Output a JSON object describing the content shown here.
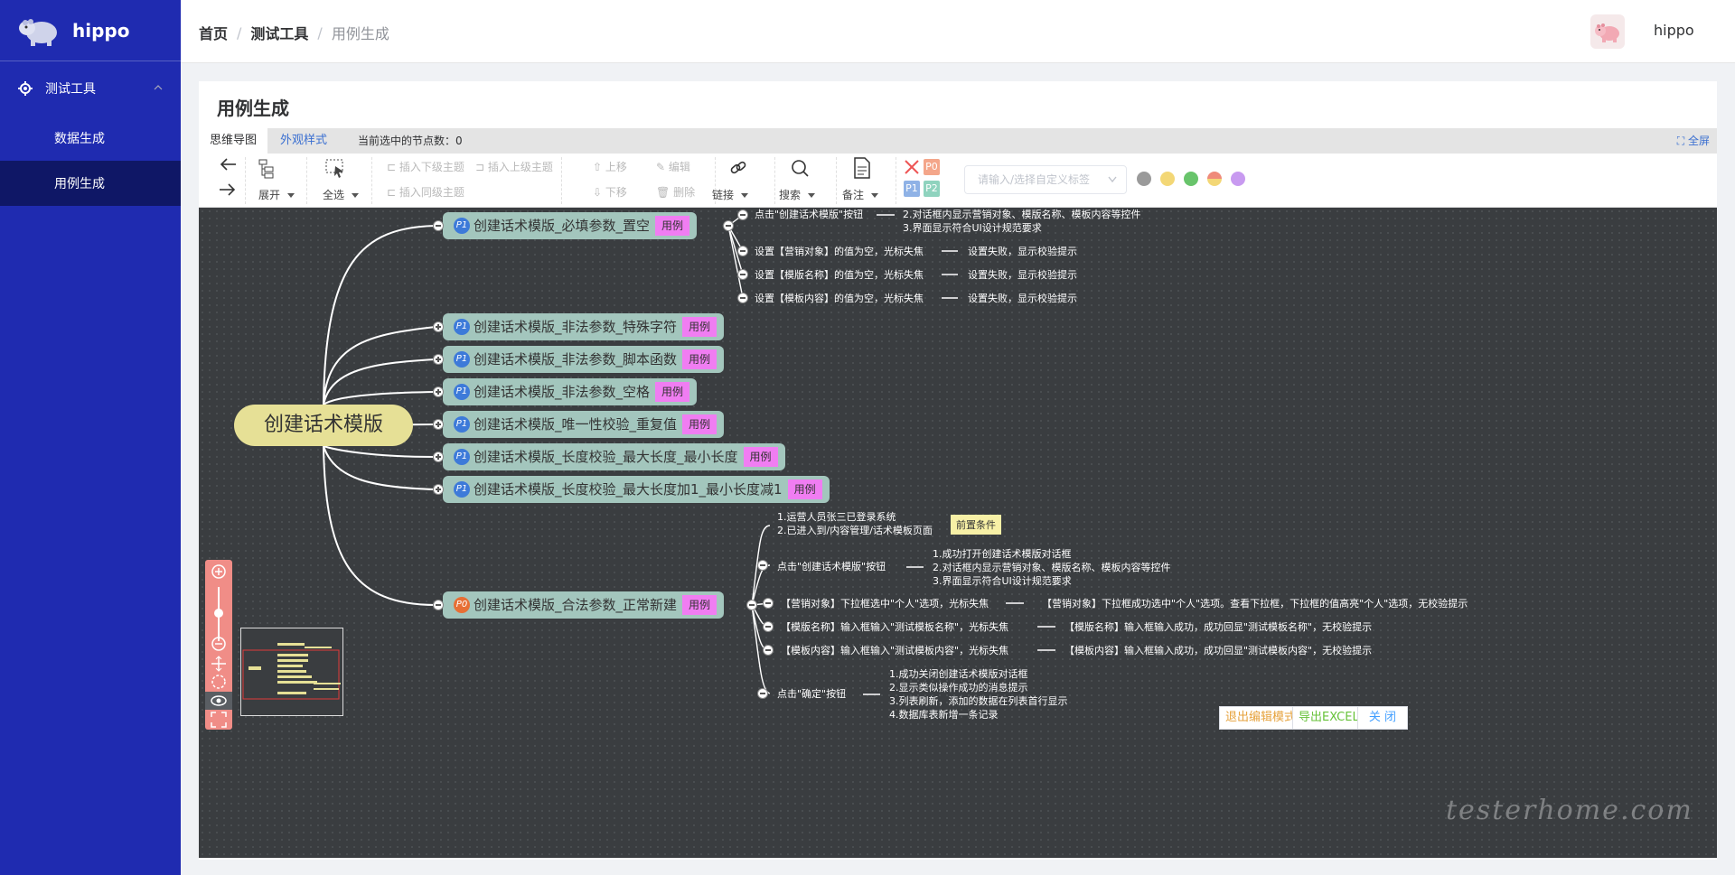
{
  "app": {
    "brand": "hippo",
    "user": "hippo"
  },
  "sidebar": {
    "group": "测试工具",
    "items": [
      {
        "label": "数据生成",
        "active": false
      },
      {
        "label": "用例生成",
        "active": true
      }
    ]
  },
  "breadcrumb": [
    "首页",
    "测试工具",
    "用例生成"
  ],
  "page": {
    "title": "用例生成"
  },
  "tabs": {
    "mindmap": "思维导图",
    "style": "外观样式",
    "selected_nodes": "当前选中的节点数：0",
    "fullscreen": "全屏"
  },
  "toolbar": {
    "expand": "展开",
    "select_all": "全选",
    "insert_child": "插入下级主题",
    "insert_parent": "插入上级主题",
    "insert_sibling": "插入同级主题",
    "move_up": "上移",
    "move_down": "下移",
    "edit": "编辑",
    "delete": "删除",
    "link": "链接",
    "search": "搜索",
    "note": "备注",
    "priorities": [
      "P0",
      "P1",
      "P2"
    ],
    "tag_placeholder": "请输入/选择自定义标签"
  },
  "mindmap": {
    "root": "创建话术模版",
    "case_tag": "用例",
    "topics": [
      {
        "label": "创建话术模版_必填参数_置空",
        "priority": "P1"
      },
      {
        "label": "创建话术模版_非法参数_特殊字符",
        "priority": "P1"
      },
      {
        "label": "创建话术模版_非法参数_脚本函数",
        "priority": "P1"
      },
      {
        "label": "创建话术模版_非法参数_空格",
        "priority": "P1"
      },
      {
        "label": "创建话术模版_唯一性校验_重复值",
        "priority": "P1"
      },
      {
        "label": "创建话术模版_长度校验_最大长度_最小长度",
        "priority": "P1"
      },
      {
        "label": "创建话术模版_长度校验_最大长度加1_最小长度减1",
        "priority": "P1"
      },
      {
        "label": "创建话术模版_合法参数_正常新建",
        "priority": "P0"
      }
    ],
    "group1": {
      "steps": [
        "点击\"创建话术模版\"按钮",
        "设置【营销对象】的值为空，光标失焦",
        "设置【模版名称】的值为空，光标失焦",
        "设置【模板内容】的值为空，光标失焦"
      ],
      "results": [
        "2.对话框内显示营销对象、模版名称、模板内容等控件",
        "3.界面显示符合UI设计规范要求",
        "设置失败，显示校验提示",
        "设置失败，显示校验提示",
        "设置失败，显示校验提示"
      ]
    },
    "group8": {
      "precondition_lines": [
        "1.运营人员张三已登录系统",
        "2.已进入到/内容管理/话术模板页面"
      ],
      "precondition_tag": "前置条件",
      "steps": [
        "点击\"创建话术模版\"按钮",
        "【营销对象】下拉框选中\"个人\"选项，光标失焦",
        "【模版名称】输入框输入\"测试模板名称\"，光标失焦",
        "【模板内容】输入框输入\"测试模板内容\"，光标失焦",
        "点击\"确定\"按钮"
      ],
      "results": [
        "1.成功打开创建话术模版对话框",
        "2.对话框内显示营销对象、模版名称、模板内容等控件",
        "3.界面显示符合UI设计规范要求",
        "【营销对象】下拉框成功选中\"个人\"选项。查看下拉框，下拉框的值高亮\"个人\"选项，无校验提示",
        "【模版名称】输入框输入成功，成功回显\"测试模板名称\"，无校验提示",
        "【模板内容】输入框输入成功，成功回显\"测试模板内容\"，无校验提示",
        "1.成功关闭创建话术模版对话框",
        "2.显示类似操作成功的消息提示",
        "3.列表刷新，添加的数据在列表首行显示",
        "4.数据库表新增一条记录"
      ]
    }
  },
  "actions": {
    "exit_edit": "退出编辑模式",
    "export_excel": "导出EXCEL",
    "close": "关 闭"
  },
  "watermark": "testerhome.com",
  "colors": {
    "sidebar": "#1f2bb0",
    "canvas": "#3a3d40",
    "root": "#e6e096",
    "topic": "#a3c6bd",
    "case_tag": "#f07df2"
  }
}
